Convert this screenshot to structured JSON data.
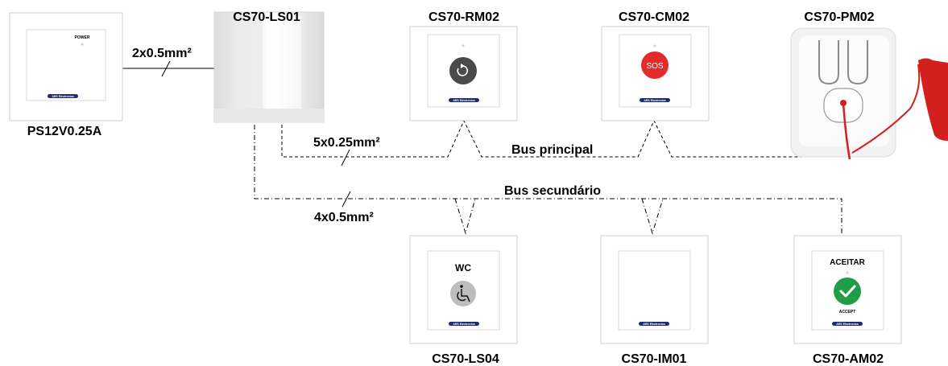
{
  "devices": {
    "ps": {
      "label": "PS12V0.25A",
      "power_text": "POWER",
      "brand": "ARS Electronica"
    },
    "ls01": {
      "label": "CS70-LS01"
    },
    "rm02": {
      "label": "CS70-RM02",
      "brand": "ARS Electronica"
    },
    "cm02": {
      "label": "CS70-CM02",
      "button_text": "SOS",
      "brand": "ARS Electronica"
    },
    "pm02": {
      "label": "CS70-PM02"
    },
    "ls04": {
      "label": "CS70-LS04",
      "top_text": "WC",
      "brand": "ARS Electronica"
    },
    "im01": {
      "label": "CS70-IM01",
      "brand": "ARS Electronica"
    },
    "am02": {
      "label": "CS70-AM02",
      "top_text": "ACEITAR",
      "bottom_text": "ACCEPT",
      "brand": "ARS Electronica"
    }
  },
  "cables": {
    "power": "2x0.5mm²",
    "main": "5x0.25mm²",
    "secondary": "4x0.5mm²"
  },
  "buses": {
    "main": "Bus principal",
    "secondary": "Bus secundário"
  },
  "colors": {
    "sos_red": "#e32b2b",
    "accept_green": "#1f9e47",
    "reset_dark": "#4a4a4a",
    "wc_grey": "#bdbdbd",
    "brand_navy": "#1f2d6b",
    "cord_red": "#d41f1f"
  },
  "icons": {
    "rm02": "reset-arrow-icon",
    "ls04": "wheelchair-icon",
    "am02": "check-icon"
  }
}
